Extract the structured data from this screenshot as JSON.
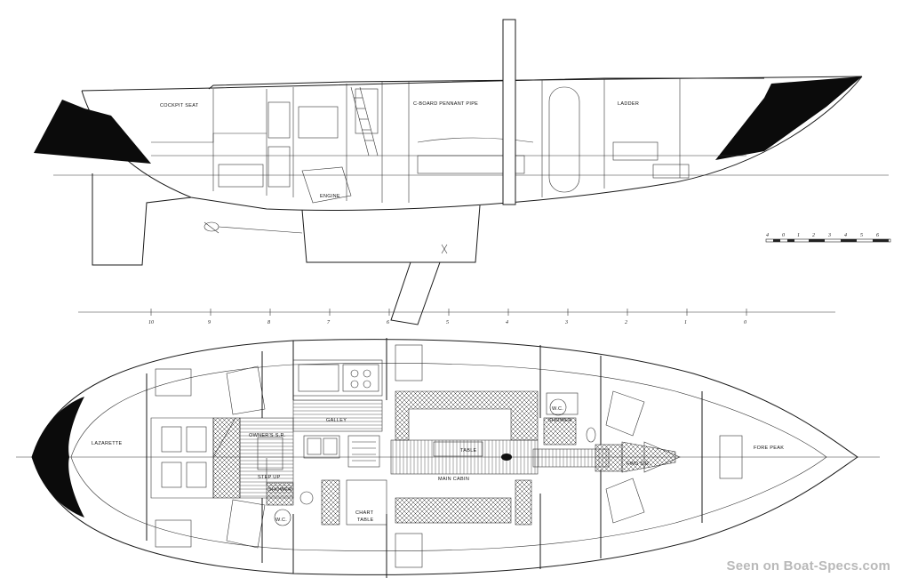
{
  "profile_labels": {
    "cockpit_seat": "COCKPIT SEAT",
    "c_board": "C-BOARD PENNANT PIPE",
    "ladder": "LADDER",
    "engine": "ENGINE"
  },
  "plan_labels": {
    "lazarette": "LAZARETTE",
    "owners_sr": "OWNER'S S.R.",
    "galley": "GALLEY",
    "step_up": "STEP UP",
    "shower_aft": "SHOWER",
    "wc_aft": "W.C.",
    "chart_table_1": "CHART",
    "chart_table_2": "TABLE",
    "table": "TABLE",
    "main_cabin": "MAIN CABIN",
    "wc_fwd": "W.C.",
    "shower_fwd": "SHOWER",
    "fwd_sr": "FWD S.R.",
    "fore_peak": "FORE PEAK"
  },
  "station_ticks": [
    "10",
    "9",
    "8",
    "7",
    "6",
    "5",
    "4",
    "3",
    "2",
    "1",
    "0"
  ],
  "scale_ticks": [
    "4",
    "0",
    "1",
    "2",
    "3",
    "4",
    "5",
    "6"
  ],
  "watermark": "Seen on Boat-Specs.com"
}
